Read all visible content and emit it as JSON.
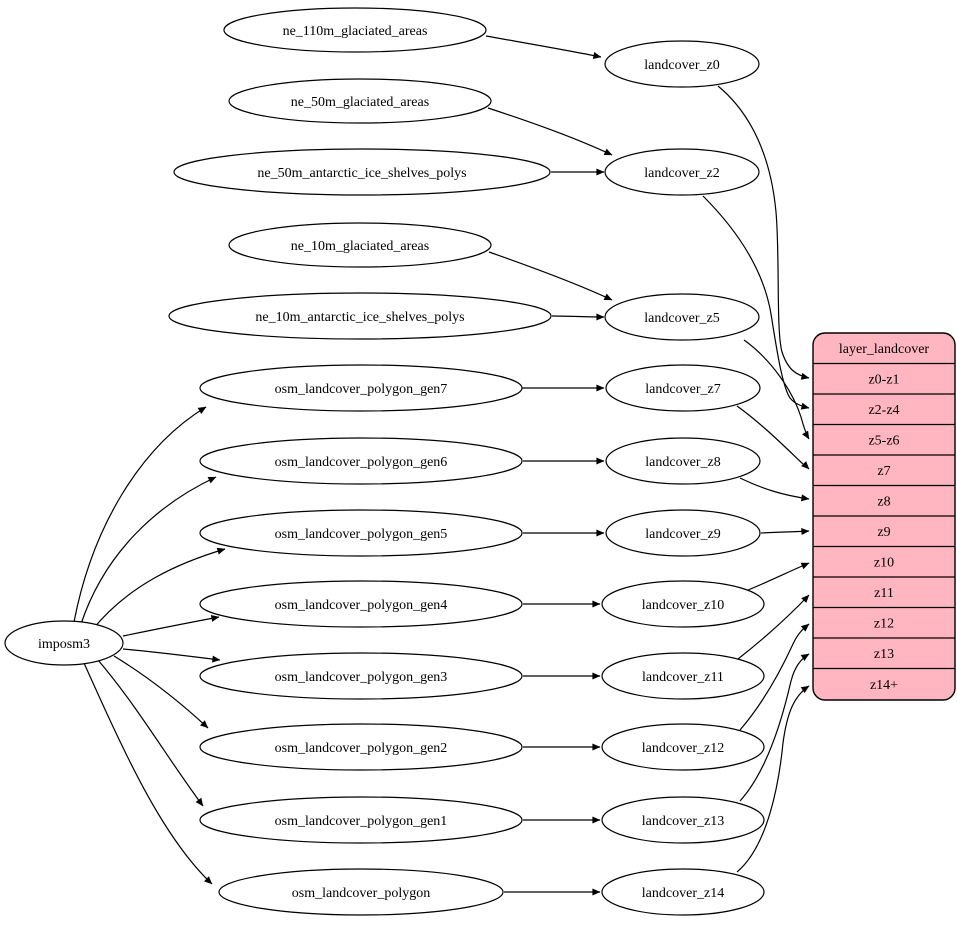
{
  "diagram": {
    "colors": {
      "background": "#ffffff",
      "node_fill": "#ffffff",
      "stroke": "#000000",
      "table_fill": "#ffb6c1"
    },
    "nodes": {
      "imposm3": "imposm3",
      "ne_110m_glaciated_areas": "ne_110m_glaciated_areas",
      "ne_50m_glaciated_areas": "ne_50m_glaciated_areas",
      "ne_50m_antarctic_ice_shelves_polys": "ne_50m_antarctic_ice_shelves_polys",
      "ne_10m_glaciated_areas": "ne_10m_glaciated_areas",
      "ne_10m_antarctic_ice_shelves_polys": "ne_10m_antarctic_ice_shelves_polys",
      "osm_landcover_polygon_gen7": "osm_landcover_polygon_gen7",
      "osm_landcover_polygon_gen6": "osm_landcover_polygon_gen6",
      "osm_landcover_polygon_gen5": "osm_landcover_polygon_gen5",
      "osm_landcover_polygon_gen4": "osm_landcover_polygon_gen4",
      "osm_landcover_polygon_gen3": "osm_landcover_polygon_gen3",
      "osm_landcover_polygon_gen2": "osm_landcover_polygon_gen2",
      "osm_landcover_polygon_gen1": "osm_landcover_polygon_gen1",
      "osm_landcover_polygon": "osm_landcover_polygon",
      "landcover_z0": "landcover_z0",
      "landcover_z2": "landcover_z2",
      "landcover_z5": "landcover_z5",
      "landcover_z7": "landcover_z7",
      "landcover_z8": "landcover_z8",
      "landcover_z9": "landcover_z9",
      "landcover_z10": "landcover_z10",
      "landcover_z11": "landcover_z11",
      "landcover_z12": "landcover_z12",
      "landcover_z13": "landcover_z13",
      "landcover_z14": "landcover_z14"
    },
    "table": {
      "title": "layer_landcover",
      "rows": [
        "z0-z1",
        "z2-z4",
        "z5-z6",
        "z7",
        "z8",
        "z9",
        "z10",
        "z11",
        "z12",
        "z13",
        "z14+"
      ]
    },
    "edges": [
      {
        "from": "ne_110m_glaciated_areas",
        "to": "landcover_z0"
      },
      {
        "from": "ne_50m_glaciated_areas",
        "to": "landcover_z2"
      },
      {
        "from": "ne_50m_antarctic_ice_shelves_polys",
        "to": "landcover_z2"
      },
      {
        "from": "ne_10m_glaciated_areas",
        "to": "landcover_z5"
      },
      {
        "from": "ne_10m_antarctic_ice_shelves_polys",
        "to": "landcover_z5"
      },
      {
        "from": "imposm3",
        "to": "osm_landcover_polygon_gen7"
      },
      {
        "from": "imposm3",
        "to": "osm_landcover_polygon_gen6"
      },
      {
        "from": "imposm3",
        "to": "osm_landcover_polygon_gen5"
      },
      {
        "from": "imposm3",
        "to": "osm_landcover_polygon_gen4"
      },
      {
        "from": "imposm3",
        "to": "osm_landcover_polygon_gen3"
      },
      {
        "from": "imposm3",
        "to": "osm_landcover_polygon_gen2"
      },
      {
        "from": "imposm3",
        "to": "osm_landcover_polygon_gen1"
      },
      {
        "from": "imposm3",
        "to": "osm_landcover_polygon"
      },
      {
        "from": "osm_landcover_polygon_gen7",
        "to": "landcover_z7"
      },
      {
        "from": "osm_landcover_polygon_gen6",
        "to": "landcover_z8"
      },
      {
        "from": "osm_landcover_polygon_gen5",
        "to": "landcover_z9"
      },
      {
        "from": "osm_landcover_polygon_gen4",
        "to": "landcover_z10"
      },
      {
        "from": "osm_landcover_polygon_gen3",
        "to": "landcover_z11"
      },
      {
        "from": "osm_landcover_polygon_gen2",
        "to": "landcover_z12"
      },
      {
        "from": "osm_landcover_polygon_gen1",
        "to": "landcover_z13"
      },
      {
        "from": "osm_landcover_polygon",
        "to": "landcover_z14"
      },
      {
        "from": "landcover_z0",
        "to": "layer_landcover:z0-z1"
      },
      {
        "from": "landcover_z2",
        "to": "layer_landcover:z2-z4"
      },
      {
        "from": "landcover_z5",
        "to": "layer_landcover:z5-z6"
      },
      {
        "from": "landcover_z7",
        "to": "layer_landcover:z7"
      },
      {
        "from": "landcover_z8",
        "to": "layer_landcover:z8"
      },
      {
        "from": "landcover_z9",
        "to": "layer_landcover:z9"
      },
      {
        "from": "landcover_z10",
        "to": "layer_landcover:z10"
      },
      {
        "from": "landcover_z11",
        "to": "layer_landcover:z11"
      },
      {
        "from": "landcover_z12",
        "to": "layer_landcover:z12"
      },
      {
        "from": "landcover_z13",
        "to": "layer_landcover:z13"
      },
      {
        "from": "landcover_z14",
        "to": "layer_landcover:z14+"
      }
    ]
  }
}
